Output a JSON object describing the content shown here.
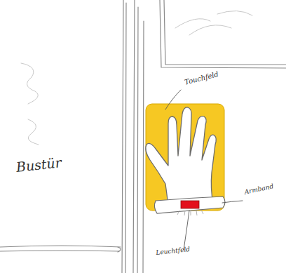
{
  "diagram": {
    "labels": [
      "Bustür",
      "Touchfeld",
      "Armband",
      "Leuchtfeld"
    ]
  }
}
